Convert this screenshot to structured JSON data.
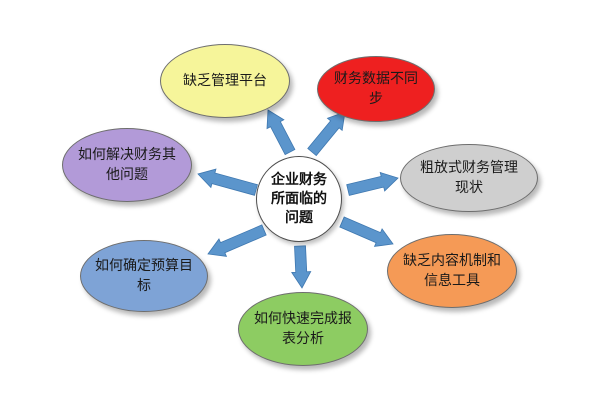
{
  "center": {
    "label": "企业财务所面临的问题"
  },
  "nodes": [
    {
      "id": "n-top",
      "label": "缺乏管理平台",
      "color": "#f6f59a"
    },
    {
      "id": "n-tr",
      "label": "财务数据不同步",
      "color": "#ee2020"
    },
    {
      "id": "n-right",
      "label": "粗放式财务管理现状",
      "color": "#cfcfcf"
    },
    {
      "id": "n-br",
      "label": "缺乏内容机制和信息工具",
      "color": "#f59a56"
    },
    {
      "id": "n-bottom",
      "label": "如何快速完成报表分析",
      "color": "#8dcc62"
    },
    {
      "id": "n-bl",
      "label": "如何确定预算目标",
      "color": "#7ea3d6"
    },
    {
      "id": "n-left",
      "label": "如何解决财务其他问题",
      "color": "#b29ad8"
    }
  ],
  "colors": {
    "arrow": "#5b95cc",
    "arrow_edge": "#3f78b0"
  }
}
